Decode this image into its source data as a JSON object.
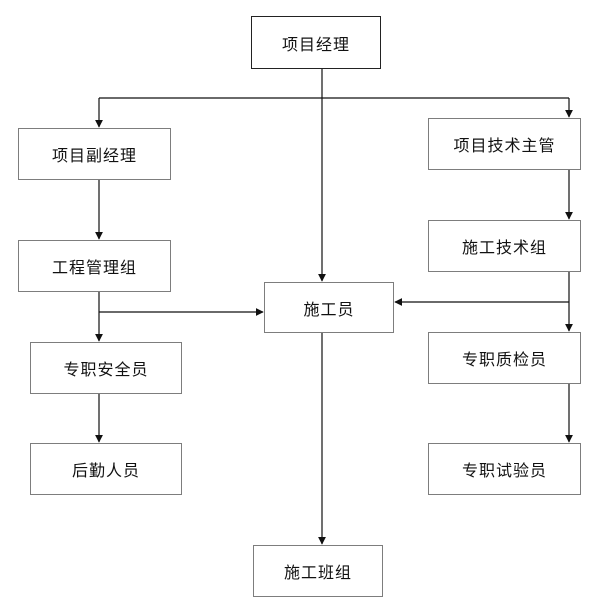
{
  "org_chart": {
    "project_manager": "项目经理",
    "deputy_project_manager": "项目副经理",
    "technical_supervisor": "项目技术主管",
    "engineering_management_group": "工程管理组",
    "construction_technical_group": "施工技术组",
    "construction_worker": "施工员",
    "full_time_safety_officer": "专职安全员",
    "full_time_quality_inspector": "专职质检员",
    "logistics_staff": "后勤人员",
    "full_time_tester": "专职试验员",
    "construction_team": "施工班组"
  },
  "colors": {
    "box_border": "#7d7d7d",
    "root_border": "#222222",
    "line": "#111111",
    "text": "#111111"
  }
}
